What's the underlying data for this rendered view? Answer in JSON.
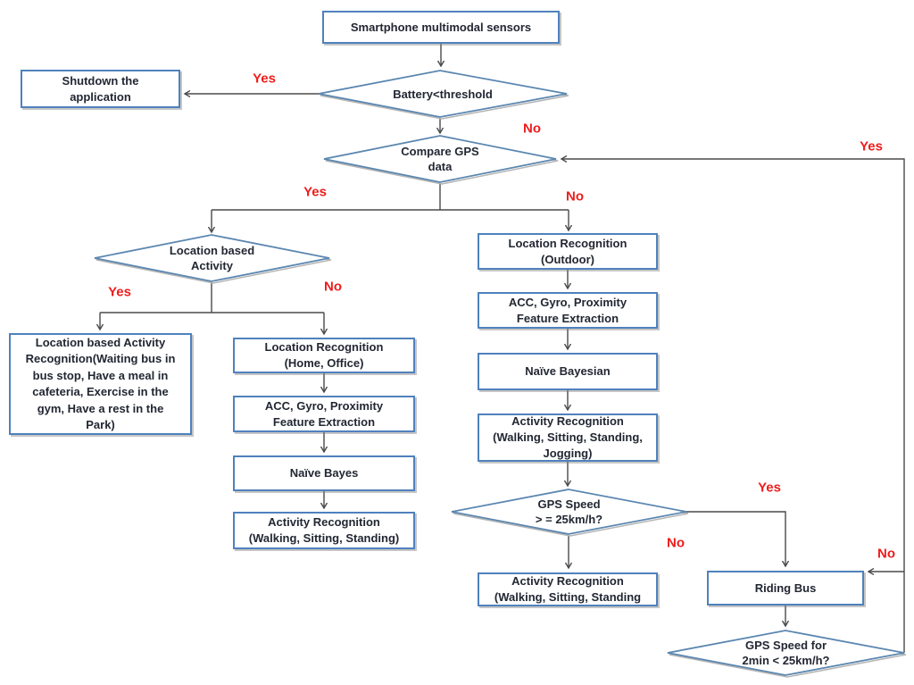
{
  "nodes": {
    "start": "Smartphone multimodal sensors",
    "shutdown": "Shutdown the\napplication",
    "battery_check": "Battery<threshold",
    "compare_gps": "Compare GPS\ndata",
    "location_based_activity": "Location based\nActivity",
    "location_activity_recognition": "Location based Activity\nRecognition(Waiting bus in\nbus stop, Have a meal in\ncafeteria, Exercise in the\ngym, Have a rest in the\nPark)",
    "location_recognition_indoor": "Location Recognition\n(Home, Office)",
    "feature_extraction_indoor": "ACC, Gyro, Proximity\nFeature Extraction",
    "naive_bayes": "Naïve Bayes",
    "activity_recognition_indoor": "Activity Recognition\n(Walking, Sitting, Standing)",
    "location_recognition_outdoor": "Location Recognition\n(Outdoor)",
    "feature_extraction_outdoor": "ACC, Gyro, Proximity\nFeature Extraction",
    "naive_bayesian": "Naïve Bayesian",
    "activity_recognition_outdoor": "Activity Recognition\n(Walking, Sitting, Standing,\nJogging)",
    "gps_speed_check": "GPS Speed\n> = 25km/h?",
    "activity_recognition_slow": "Activity Recognition\n(Walking, Sitting, Standing",
    "riding_bus": "Riding Bus",
    "gps_speed_2min_check": "GPS Speed for\n2min < 25km/h?"
  },
  "edge_labels": {
    "battery_yes": "Yes",
    "battery_no": "No",
    "gps_compare_yes": "Yes",
    "gps_compare_no": "No",
    "return_loop_yes": "Yes",
    "location_yes": "Yes",
    "location_no": "No",
    "speed_yes": "Yes",
    "speed_no": "No",
    "bus_2min_no": "No"
  },
  "colors": {
    "node_border": "#4f81bd",
    "node_text": "#222733",
    "edge_label": "#ee1c1c",
    "connector": "#4a4a4a",
    "background": "#ffffff"
  }
}
